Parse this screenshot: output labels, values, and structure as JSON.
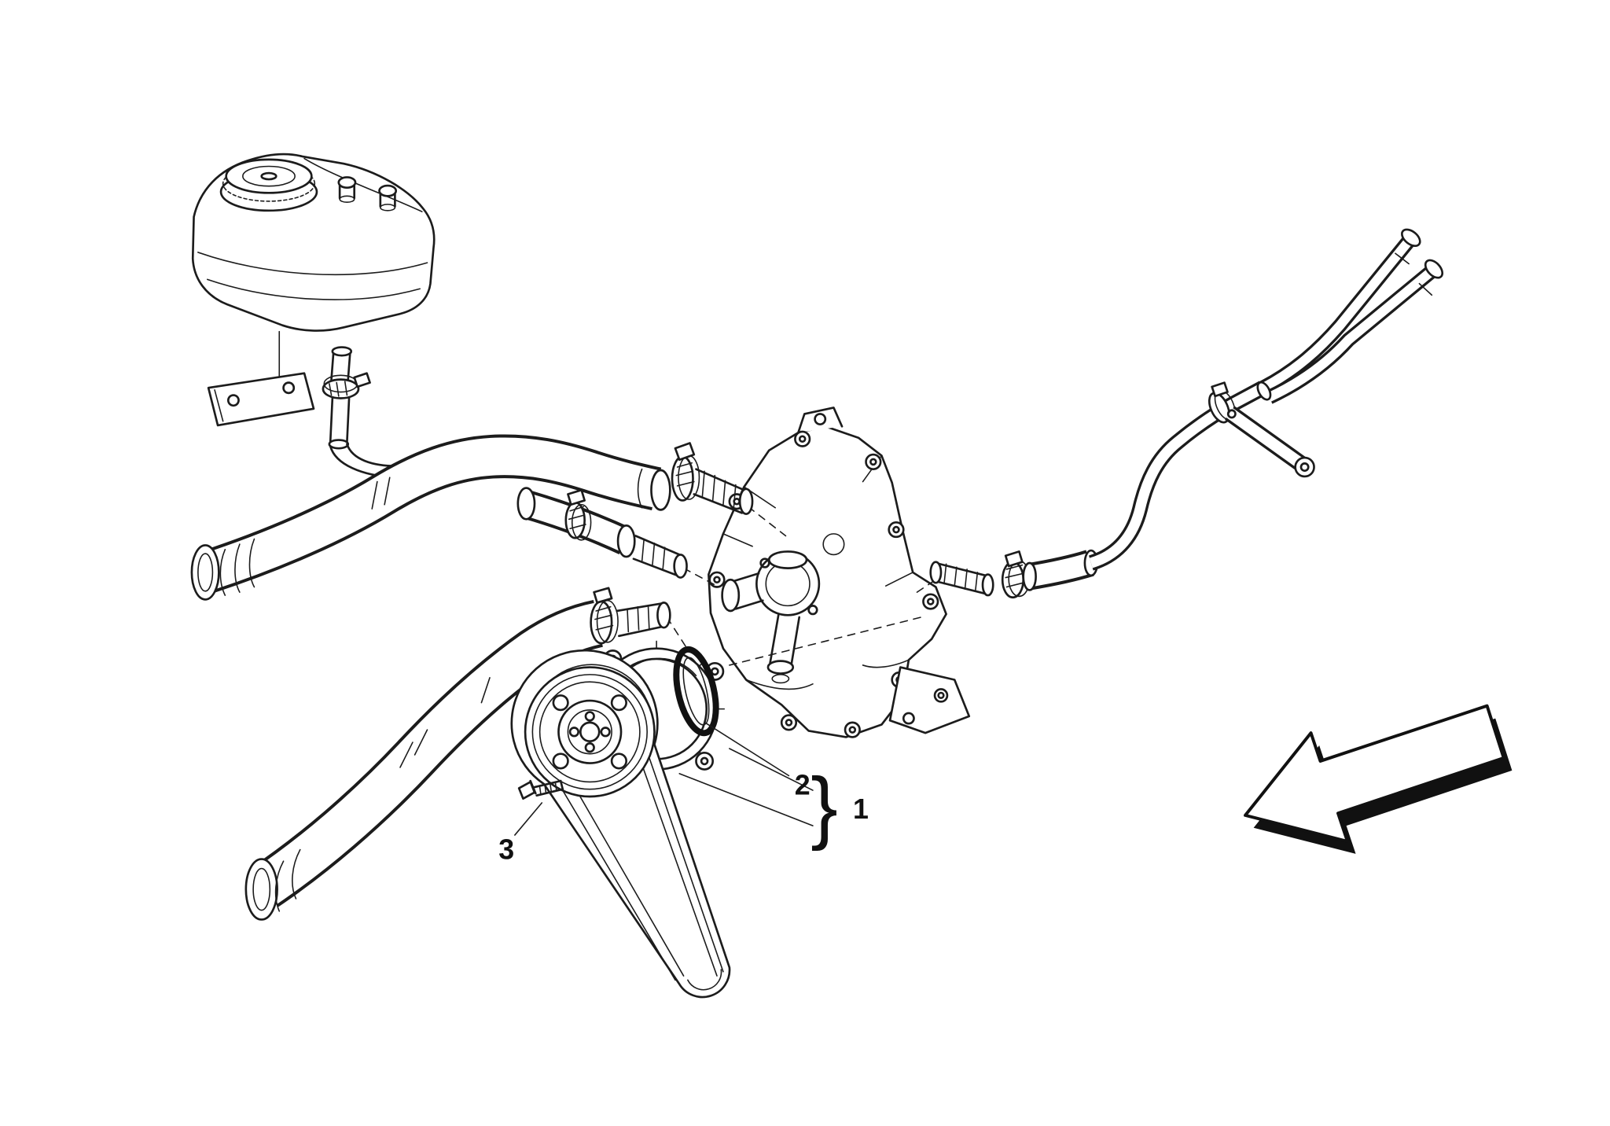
{
  "page": {
    "background": "#ffffff",
    "ink": "#1c1c1c"
  },
  "callouts": {
    "item1": {
      "label": "1"
    },
    "item2": {
      "label": "2"
    },
    "item3": {
      "label": "3"
    },
    "group_brace": "}"
  },
  "parts": [
    "expansion-tank",
    "filler-cap",
    "tank-bracket",
    "tank-outlet-fitting",
    "engine-front-cover",
    "thermostat-housing",
    "upper-radiator-hose",
    "hose-clamp",
    "intermediate-hose",
    "lower-radiator-hose",
    "water-pump",
    "pump-gasket-o-ring",
    "drive-belt",
    "pump-pulley",
    "pump-bolt",
    "right-coolant-pipes",
    "pipe-bracket",
    "direction-arrow"
  ]
}
